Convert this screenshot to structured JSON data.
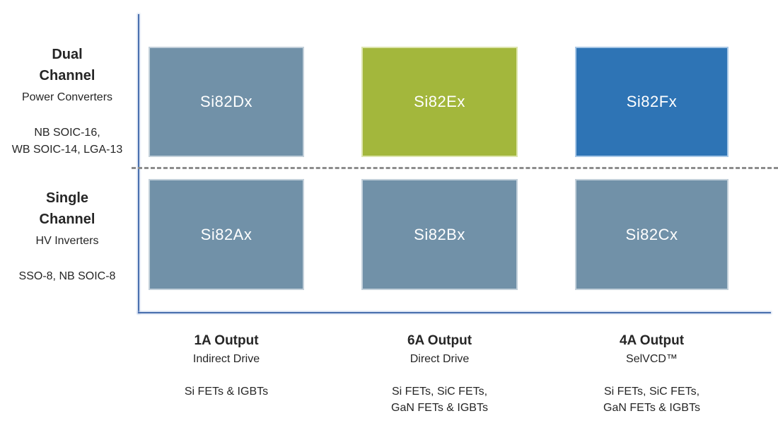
{
  "rows": [
    {
      "title": "Dual\nChannel",
      "subtitle": "Power Converters",
      "packages": "NB SOIC-16,\nWB SOIC-14, LGA-13",
      "cells": [
        {
          "label": "Si82Dx",
          "fill": "#7191a8",
          "border": "#c3d0da"
        },
        {
          "label": "Si82Ex",
          "fill": "#a3b73c",
          "border": "#dde5ae"
        },
        {
          "label": "Si82Fx",
          "fill": "#2e74b5",
          "border": "#a9c8e6"
        }
      ]
    },
    {
      "title": "Single\nChannel",
      "subtitle": "HV Inverters",
      "packages": "SSO-8, NB SOIC-8",
      "cells": [
        {
          "label": "Si82Ax",
          "fill": "#7191a8",
          "border": "#c3d0da"
        },
        {
          "label": "Si82Bx",
          "fill": "#7191a8",
          "border": "#c3d0da"
        },
        {
          "label": "Si82Cx",
          "fill": "#7191a8",
          "border": "#c3d0da"
        }
      ]
    }
  ],
  "columns": [
    {
      "title": "1A Output",
      "subtitle": "Indirect Drive",
      "technologies": "Si FETs & IGBTs"
    },
    {
      "title": "6A Output",
      "subtitle": "Direct Drive",
      "technologies": "Si FETs, SiC FETs,\nGaN FETs & IGBTs"
    },
    {
      "title": "4A Output",
      "subtitle": "SelVCD™",
      "technologies": "Si FETs, SiC FETs,\nGaN FETs & IGBTs"
    }
  ],
  "colors": {
    "axis": "#4a70ae",
    "divider": "#8c8c8c",
    "cell_text": "#ffffff",
    "label_text": "#262626"
  }
}
